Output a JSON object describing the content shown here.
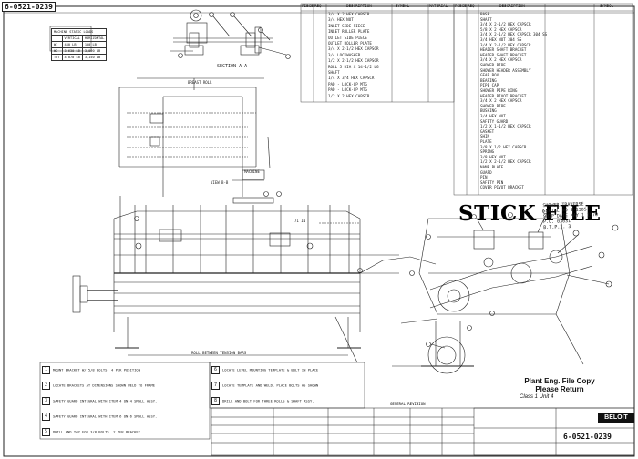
{
  "drawing_number": "6-0521-0239",
  "loads_table": {
    "title": "MACHINE STATIC LOADS",
    "headers": [
      "",
      "VERTICAL",
      "HORIZONTAL"
    ],
    "rows": [
      [
        "W1",
        "440 LB",
        "150 LB"
      ],
      [
        "W2",
        "3,630 LB",
        "3,000 LB"
      ],
      [
        "TOT",
        "4,070 LB",
        "3,150 LB"
      ]
    ]
  },
  "section_label": "SECTION A-A",
  "stick_file": "STICK FILE",
  "plant_stamp": {
    "line1": "Plant Eng. File Copy",
    "line2": "Please Return",
    "class": "Class 1  Unit 4"
  },
  "brand_logo": "BELOIT",
  "general_revision": "GENERAL REVISION",
  "title_block_number": "6-0521-0239",
  "notes_left": [
    {
      "num": "1",
      "text": "MOUNT BRACKET W/ 5/8 BOLTS, 4 PER POSITION"
    },
    {
      "num": "2",
      "text": "LOCATE BRACKETS AT DIMENSIONS SHOWN WELD TO FRAME"
    },
    {
      "num": "3",
      "text": "SAFETY GUARD INTEGRAL WITH ITEM 4 ON 4 SMALL ASSY."
    },
    {
      "num": "4",
      "text": "SAFETY GUARD INTEGRAL WITH ITEM 6 ON 6 SMALL ASSY."
    },
    {
      "num": "5",
      "text": "DRILL AND TAP FOR 3/8 BOLTS, 2 PER BRACKET"
    }
  ],
  "notes_right": [
    {
      "num": "6",
      "text": "LOCATE LEVEL MOUNTING TEMPLATE & BOLT IN PLACE"
    },
    {
      "num": "7",
      "text": "LOCATE TEMPLATE AND WELD, PLACE BOLTS AS SHOWN"
    },
    {
      "num": "8",
      "text": "DRILL AND BOLT FOR THREE ROLLS & SHAFT ASSY."
    }
  ],
  "dimension_labels": [
    "BREAST ROLL",
    "MACHINE",
    "VIEW B-B",
    "71 IN",
    "ROLL BETWEEN TENSION BARS"
  ],
  "parts_list_left": {
    "headers": [
      "PIECE",
      "REQ",
      "NO",
      "DESCRIPTION",
      "SYMBOL",
      "MATERIAL"
    ],
    "rows": [
      [
        "3/4 X 2 HEX CAPSCR"
      ],
      [
        "3/4 HEX NUT"
      ],
      [
        "INLET SIDE PIECE"
      ],
      [
        "INLET ROLLER PLATE"
      ],
      [
        "OUTLET SIDE PIECE"
      ],
      [
        "OUTLET ROLLER PLATE"
      ],
      [
        "3/4 X 2-1/2 HEX CAPSCR"
      ],
      [
        "3/4 LOCKWASHER"
      ],
      [
        "1/2 X 2-1/2 HEX CAPSCR"
      ],
      [
        "ROLL 5 DIA X 14-1/2 LG"
      ],
      [
        "SHAFT"
      ],
      [
        "1/4 X 3/4 HEX CAPSCR"
      ],
      [
        "PAD - LOCK-UP MTG"
      ],
      [
        "PAD - LOCK-UP MTG"
      ],
      [
        "1/2 X 2 HEX CAPSCR"
      ]
    ]
  },
  "parts_list_right": {
    "headers": [
      "PIECE",
      "REQ",
      "DESCRIPTION",
      "SYMBOL"
    ],
    "rows": [
      [
        "BASE"
      ],
      [
        "SHAFT"
      ],
      [
        "3/4 X 2-1/2 HEX CAPSCR"
      ],
      [
        "5/8 X 2 HEX CAPSCR"
      ],
      [
        "3/4 X 2-1/2 HEX CAPSCR 304 SS"
      ],
      [
        "3/4 HEX NUT 304 SS"
      ],
      [
        "3/4 X 2-1/2 HEX CAPSCR"
      ],
      [
        "HEADER SHAFT BRACKET"
      ],
      [
        "HEADER SHAFT BRACKET"
      ],
      [
        "3/4 X 2 HEX CAPSCR"
      ],
      [
        "SHOWER PIPE"
      ],
      [
        "SHOWER HEADER ASSEMBLY"
      ],
      [
        "GEAR BOX"
      ],
      [
        "BEARING"
      ],
      [
        "PIPE CAP"
      ],
      [
        "SHOWER PIPE RING"
      ],
      [
        "HEADER PIVOT BRACKET"
      ],
      [
        "3/4 X 2 HEX CAPSCR"
      ],
      [
        "SHOWER PIPE"
      ],
      [
        "BUSHING"
      ],
      [
        "3/4 HEX NUT"
      ],
      [
        "SAFETY GUARD"
      ],
      [
        "1/2 X 1-1/2 HEX CAPSCR"
      ],
      [
        "GASKET"
      ],
      [
        "SHIM"
      ],
      [
        "PLATE"
      ],
      [
        "3/8 X 1/2 HEX CAPSCR"
      ],
      [
        "SPRING"
      ],
      [
        "3/8 HEX NUT"
      ],
      [
        "1/2 X 2-1/2 HEX CAPSCR"
      ],
      [
        "NAME PLATE"
      ],
      [
        "GUARD"
      ],
      [
        "PIN"
      ],
      [
        "SAFETY PIN"
      ],
      [
        "COVER PIVOT BRACKET"
      ]
    ]
  },
  "stamp_text": [
    "SHOWER TRAVERSE",
    "SERIAL NO 4-1305",
    "SHIP DATE MAY 1 1970",
    "P.O. 03631",
    "B.T.P.I. 3"
  ]
}
